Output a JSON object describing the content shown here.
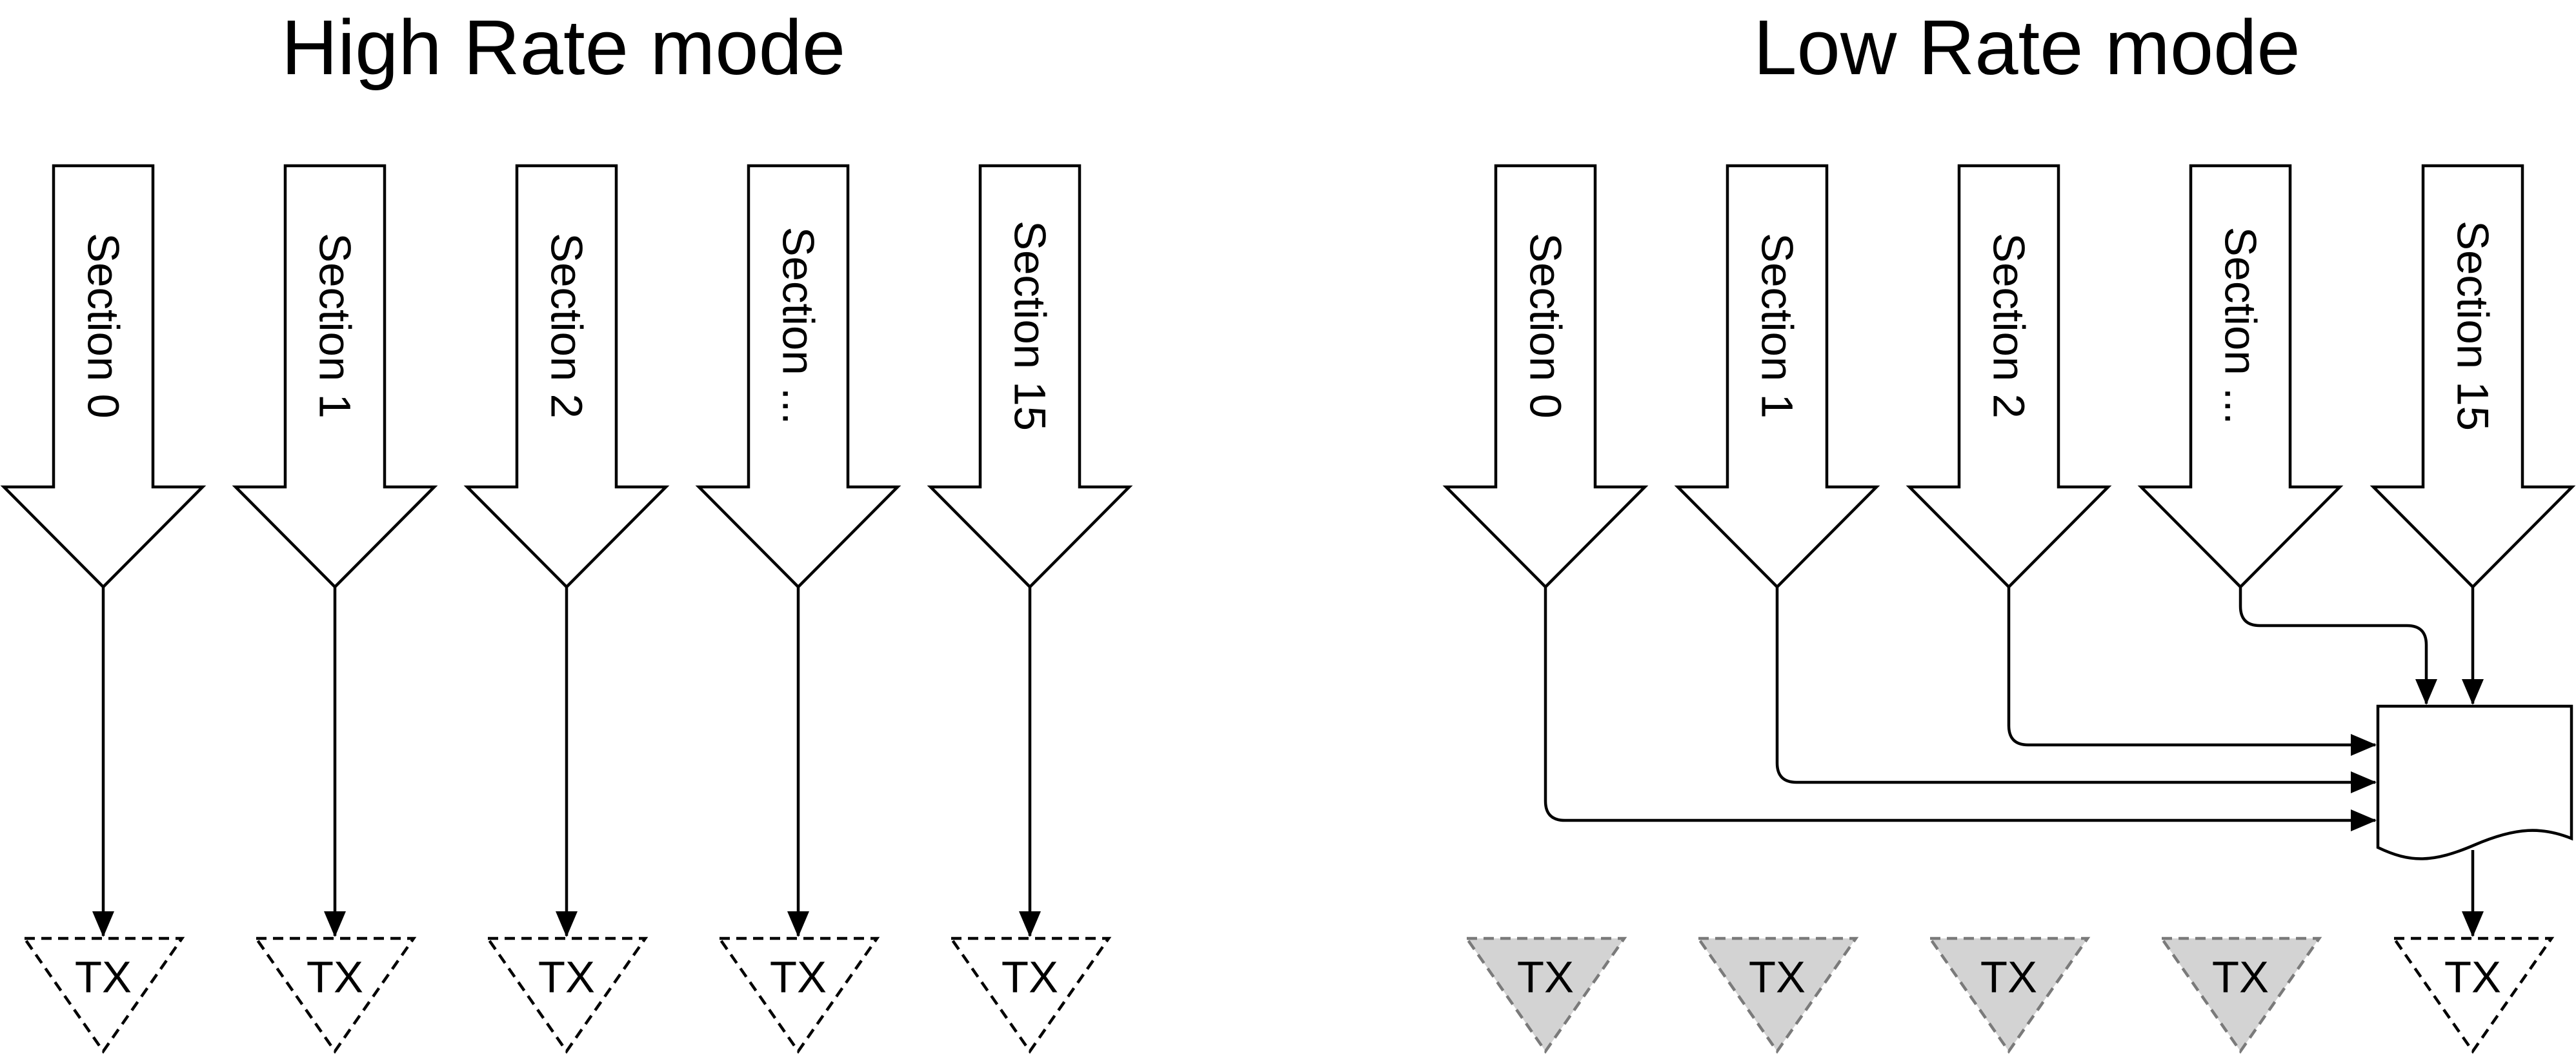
{
  "colors": {
    "stroke": "#000000",
    "background": "#ffffff",
    "inactive_fill": "#d3d3d3",
    "inactive_stroke": "#7a7a7a"
  },
  "panels": [
    {
      "title": "High Rate mode",
      "sections": [
        "Section 0",
        "Section 1",
        "Section 2",
        "Section ...",
        "Section 15"
      ],
      "tx": [
        {
          "label": "TX",
          "active": true
        },
        {
          "label": "TX",
          "active": true
        },
        {
          "label": "TX",
          "active": true
        },
        {
          "label": "TX",
          "active": true
        },
        {
          "label": "TX",
          "active": true
        }
      ],
      "has_document": false
    },
    {
      "title": "Low Rate mode",
      "sections": [
        "Section 0",
        "Section 1",
        "Section 2",
        "Section ...",
        "Section 15"
      ],
      "tx": [
        {
          "label": "TX",
          "active": false
        },
        {
          "label": "TX",
          "active": false
        },
        {
          "label": "TX",
          "active": false
        },
        {
          "label": "TX",
          "active": false
        },
        {
          "label": "TX",
          "active": true
        }
      ],
      "has_document": true
    }
  ]
}
